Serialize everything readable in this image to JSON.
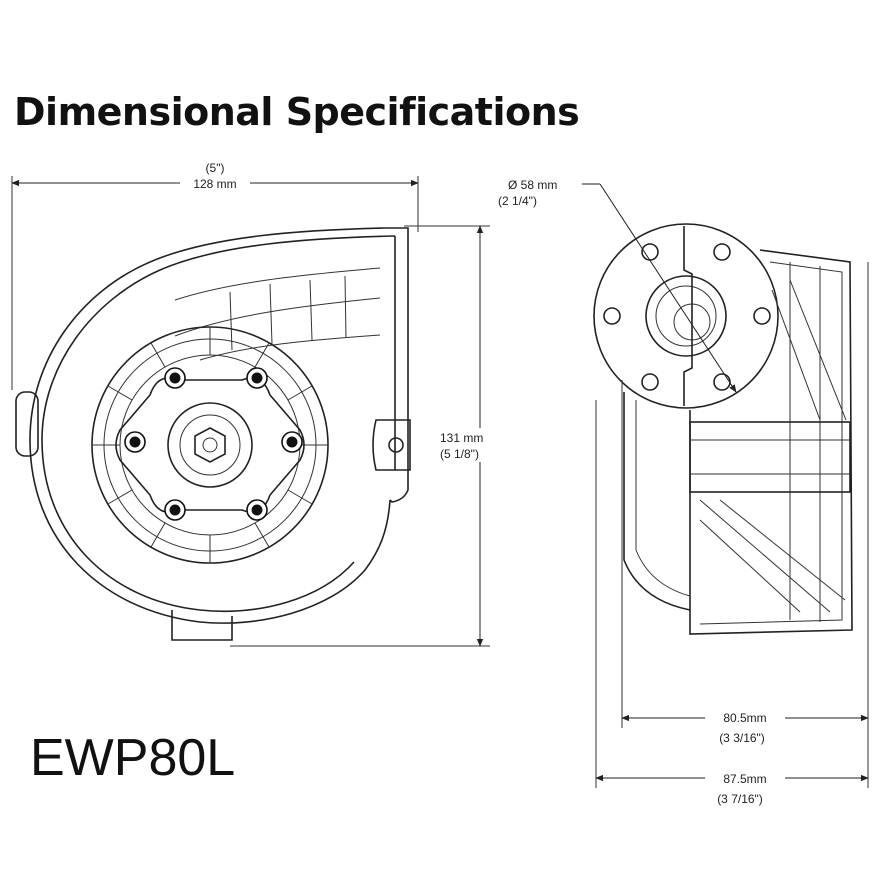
{
  "title": "Dimensional Specifications",
  "model": "EWP80L",
  "dimensions": {
    "width": {
      "imperial": "(5\")",
      "metric": "128 mm"
    },
    "height": {
      "metric": "131 mm",
      "imperial": "(5 1/8\")"
    },
    "port": {
      "metric": "Ø 58 mm",
      "imperial": "(2 1/4\")"
    },
    "body_depth": {
      "metric": "80.5mm",
      "imperial": "(3 3/16\")"
    },
    "total_depth": {
      "metric": "87.5mm",
      "imperial": "(3 7/16\")"
    }
  }
}
